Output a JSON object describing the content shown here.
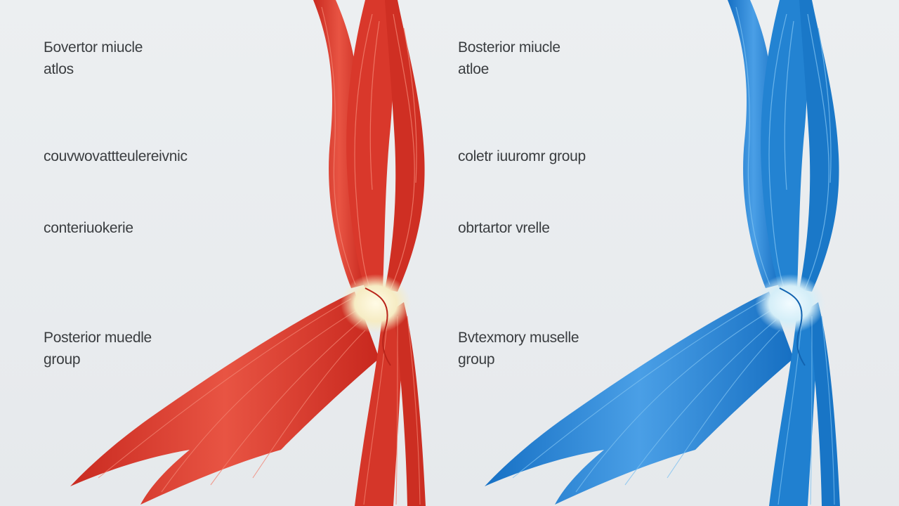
{
  "labels": {
    "red_group": [
      {
        "lines": [
          "Боvertor miucle",
          "atlos"
        ]
      },
      {
        "lines": [
          "couvwovattteulereivnic"
        ]
      },
      {
        "lines": [
          "conteriuokerie"
        ]
      },
      {
        "lines": [
          "Posterior muedle",
          "group"
        ]
      }
    ],
    "blue_group": [
      {
        "lines": [
          "Bosterior miucle",
          "atloe"
        ]
      },
      {
        "lines": [
          "coletr iuuromr group"
        ]
      },
      {
        "lines": [
          "obrtartor vrelle"
        ]
      },
      {
        "lines": [
          "Bvtexmory muselle",
          "group"
        ]
      }
    ]
  },
  "colors": {
    "background": "#e8ebee",
    "red_muscle": "#d8372a",
    "red_light": "#ee6a58",
    "blue_muscle": "#1f80d0",
    "blue_light": "#5aaeea",
    "joint_red": "#f8f2d6",
    "joint_blue": "#dff2f8",
    "label_text": "#3a3d40"
  }
}
